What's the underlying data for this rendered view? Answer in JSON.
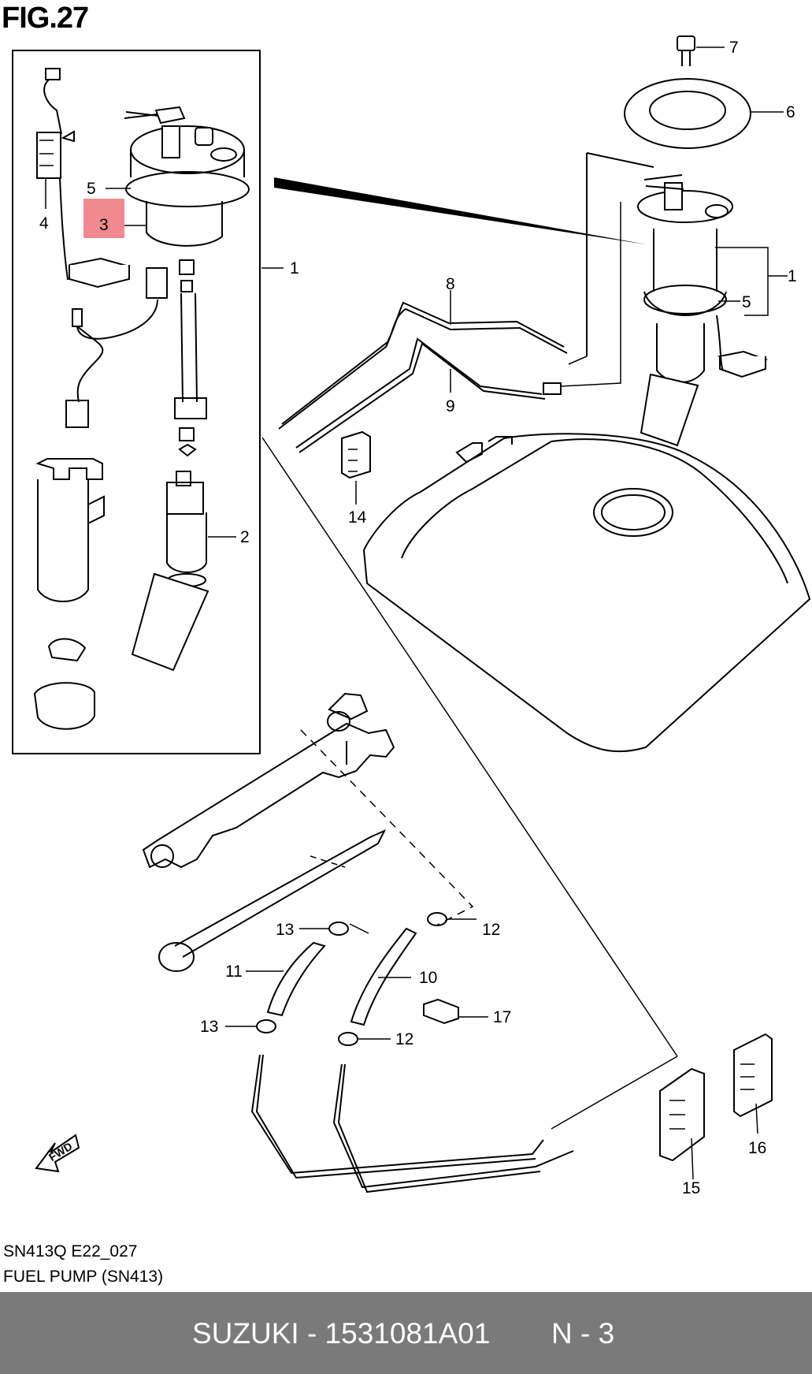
{
  "figure": {
    "title": "FIG.27"
  },
  "callouts": {
    "c1a": "1",
    "c1b": "1",
    "c2": "2",
    "c3": "3",
    "c4": "4",
    "c5a": "5",
    "c5b": "5",
    "c6": "6",
    "c7": "7",
    "c8": "8",
    "c9": "9",
    "c10": "10",
    "c11": "11",
    "c12a": "12",
    "c12b": "12",
    "c13a": "13",
    "c13b": "13",
    "c14": "14",
    "c15": "15",
    "c16": "16",
    "c17": "17"
  },
  "direction_marker": "FWD",
  "highlight": {
    "part": "3",
    "color": "#f08a8f"
  },
  "caption": {
    "code": "SN413Q E22_027",
    "description": "FUEL PUMP (SN413)"
  },
  "footer": {
    "brand_part": "SUZUKI - 1531081A01",
    "page_ref": "N - 3",
    "background": "#7a7a7a"
  }
}
